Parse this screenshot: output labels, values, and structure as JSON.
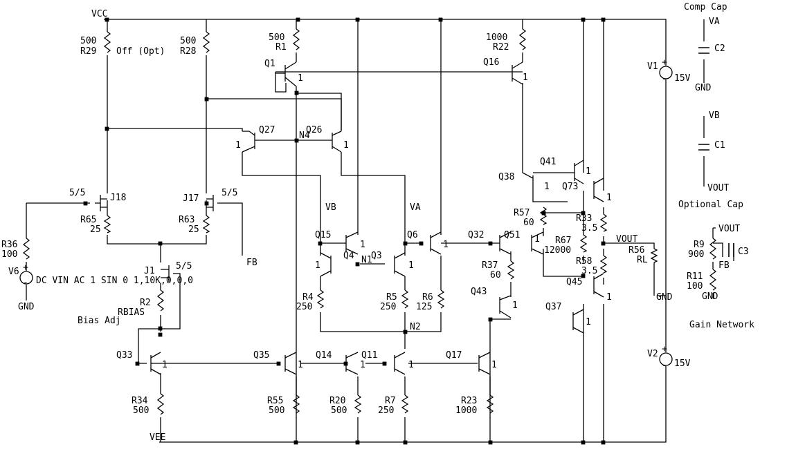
{
  "rails": {
    "vcc": "VCC",
    "vee": "VEE"
  },
  "resistors": [
    {
      "ref": "R29",
      "val": "500"
    },
    {
      "ref": "R28",
      "val": "500"
    },
    {
      "ref": "R1",
      "val": "500"
    },
    {
      "ref": "R22",
      "val": "1000"
    },
    {
      "ref": "R65",
      "val": "25"
    },
    {
      "ref": "R63",
      "val": "25"
    },
    {
      "ref": "R36",
      "val": "100"
    },
    {
      "ref": "R2",
      "val": "RBIAS"
    },
    {
      "ref": "R4",
      "val": "250"
    },
    {
      "ref": "R5",
      "val": "250"
    },
    {
      "ref": "R6",
      "val": "125"
    },
    {
      "ref": "R57",
      "val": "60"
    },
    {
      "ref": "R33",
      "val": "3.5"
    },
    {
      "ref": "R67",
      "val": "12000"
    },
    {
      "ref": "R58",
      "val": "3.5"
    },
    {
      "ref": "R37",
      "val": "60"
    },
    {
      "ref": "R56",
      "val": "RL"
    },
    {
      "ref": "R34",
      "val": "500"
    },
    {
      "ref": "R55",
      "val": "500"
    },
    {
      "ref": "R20",
      "val": "500"
    },
    {
      "ref": "R7",
      "val": "250"
    },
    {
      "ref": "R23",
      "val": "1000"
    },
    {
      "ref": "R9",
      "val": "900"
    },
    {
      "ref": "R11",
      "val": "100"
    }
  ],
  "transistors": [
    {
      "ref": "Q1",
      "m": "1"
    },
    {
      "ref": "Q16",
      "m": "1"
    },
    {
      "ref": "Q27",
      "m": "1"
    },
    {
      "ref": "Q26",
      "m": "1"
    },
    {
      "ref": "Q38",
      "m": "1"
    },
    {
      "ref": "Q41",
      "m": "1"
    },
    {
      "ref": "Q73",
      "m": "1"
    },
    {
      "ref": "Q15",
      "m": "1"
    },
    {
      "ref": "Q4",
      "m": "1"
    },
    {
      "ref": "Q3",
      "m": "1"
    },
    {
      "ref": "Q6",
      "m": "1"
    },
    {
      "ref": "Q32",
      "m": ""
    },
    {
      "ref": "Q51",
      "m": "1"
    },
    {
      "ref": "Q45",
      "m": "1"
    },
    {
      "ref": "Q43",
      "m": "1"
    },
    {
      "ref": "Q37",
      "m": "1"
    },
    {
      "ref": "Q33",
      "m": "1"
    },
    {
      "ref": "Q35",
      "m": "1"
    },
    {
      "ref": "Q14",
      "m": "1"
    },
    {
      "ref": "Q11",
      "m": "1"
    },
    {
      "ref": "Q17",
      "m": "1"
    }
  ],
  "jfets": [
    {
      "ref": "J18",
      "ratio": "5/5"
    },
    {
      "ref": "J17",
      "ratio": "5/5"
    },
    {
      "ref": "J1",
      "ratio": "5/5"
    }
  ],
  "sources": [
    {
      "ref": "V1",
      "val": "15V"
    },
    {
      "ref": "V2",
      "val": "15V"
    },
    {
      "ref": "V6",
      "val": "DC VIN AC 1 SIN 0 1,10K,0,0,0"
    }
  ],
  "capacitors": [
    {
      "ref": "C2",
      "val": "C2"
    },
    {
      "ref": "C1",
      "val": "C1"
    },
    {
      "ref": "C3",
      "val": "C3"
    }
  ],
  "nets": {
    "n4": "N4",
    "n1": "N1",
    "n2": "N2",
    "vb": "VB",
    "va": "VA",
    "fb": "FB",
    "vout": "VOUT",
    "gnd": "GND"
  },
  "notes": {
    "off_opt": "Off (Opt)",
    "bias_adj": "Bias Adj",
    "comp_cap": "Comp Cap",
    "optional_cap": "Optional Cap",
    "gain_network": "Gain Network"
  },
  "plus_sign": "+",
  "minus_sign": "-"
}
